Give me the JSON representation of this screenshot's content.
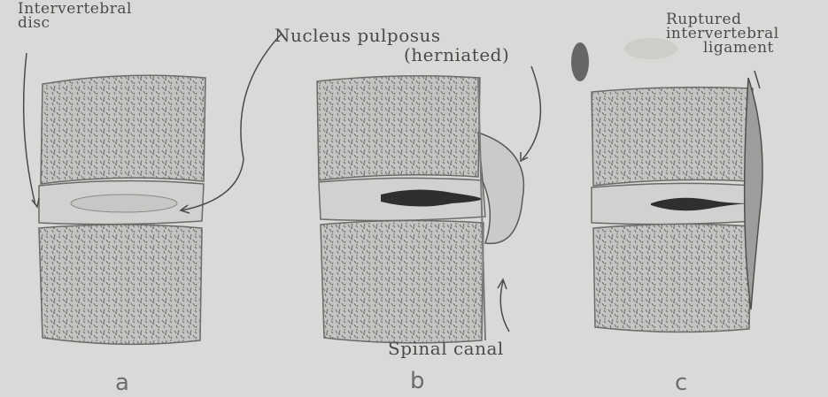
{
  "labels": {
    "intervertebral_disc_line1": "Intervertebral",
    "intervertebral_disc_line2": "disc",
    "nucleus_pulposus": "Nucleus pulposus",
    "herniated": "(herniated)",
    "ruptured_line1": "Ruptured",
    "ruptured_line2": "intervertebral",
    "ruptured_line3": "ligament",
    "spinal_canal": "Spinal canal"
  },
  "panels": [
    "a",
    "b",
    "c"
  ],
  "colors": {
    "background": "#d8dad7",
    "bone": "#c2c4c1",
    "bone_texture": "#6f716e",
    "disc": "#cfd1ce",
    "nucleus": "#2e302e",
    "ink": "#4a4c4a"
  }
}
